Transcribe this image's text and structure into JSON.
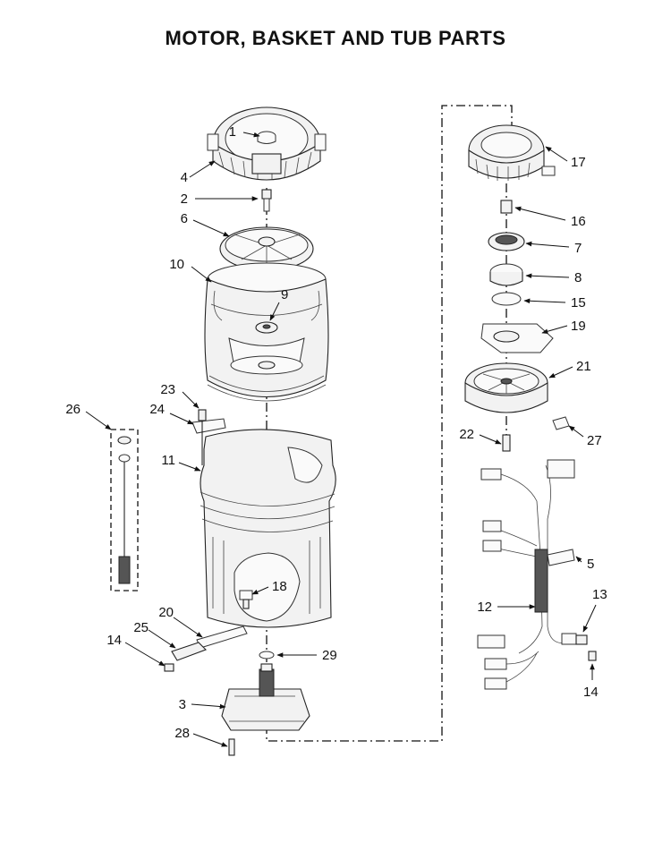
{
  "title": "MOTOR, BASKET AND TUB PARTS",
  "callouts": {
    "c1": "1",
    "c2": "2",
    "c3": "3",
    "c4": "4",
    "c5": "5",
    "c6": "6",
    "c7": "7",
    "c8": "8",
    "c9": "9",
    "c10": "10",
    "c11": "11",
    "c12": "12",
    "c13": "13",
    "c14a": "14",
    "c14b": "14",
    "c15": "15",
    "c16": "16",
    "c17": "17",
    "c18": "18",
    "c19": "19",
    "c20": "20",
    "c21": "21",
    "c22": "22",
    "c23": "23",
    "c24": "24",
    "c25": "25",
    "c26": "26",
    "c27": "27",
    "c28": "28",
    "c29": "29"
  }
}
